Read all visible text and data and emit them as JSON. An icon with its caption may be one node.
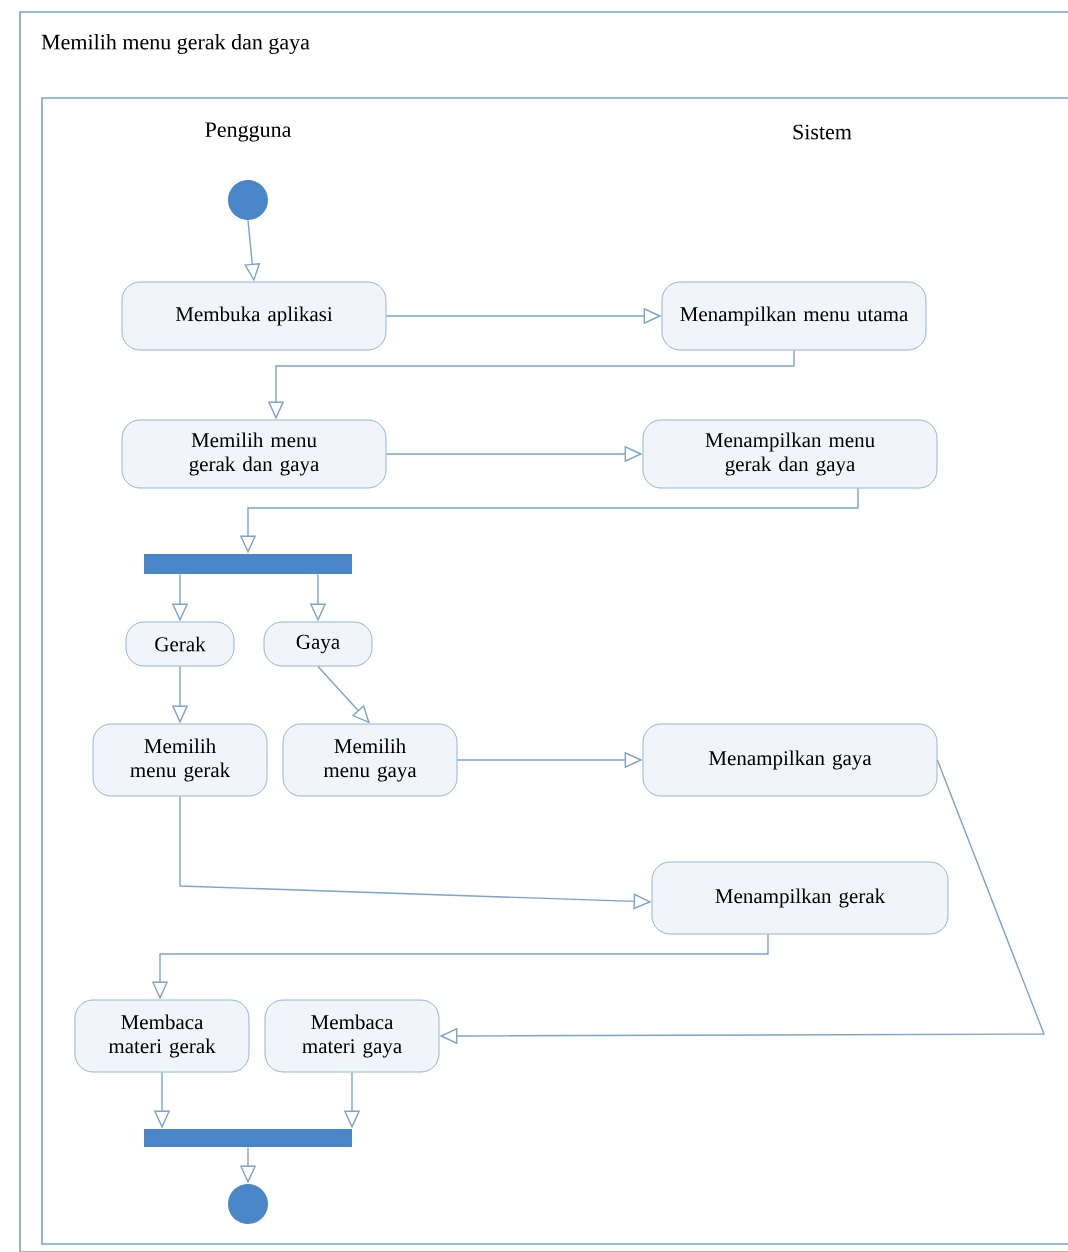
{
  "diagram": {
    "title": "Memilih menu gerak dan gaya",
    "nodes": [
      {
        "text": [],
        "shape": "circle"
      },
      {
        "text": [
          "Membuka aplikasi"
        ]
      },
      {
        "text": [
          "Menampilkan menu utama"
        ]
      },
      {
        "text": [
          "Memilih menu gerak dan gaya"
        ]
      },
      {
        "text": [
          "Menampilkan menu gerak dan gaya"
        ]
      },
      {
        "text": [],
        "shape": "bar"
      },
      {
        "text": [
          "Gerak"
        ]
      },
      {
        "text": [
          "Gaya"
        ]
      },
      {
        "text": [
          "Memilih menu gerak"
        ]
      },
      {
        "text": [
          "Memilih menu gaya"
        ]
      },
      {
        "text": [
          "Menampilkan gaya"
        ]
      },
      {
        "text": [
          "Menampilkan gerak"
        ]
      },
      {
        "text": [
          "Membaca materi gerak"
        ]
      },
      {
        "text": [
          "Membaca materi gaya"
        ]
      },
      {
        "text": [],
        "shape": "bar"
      },
      {
        "text": [],
        "shape": "circle"
      }
    ],
    "edges": [
      {
        "from": 0,
        "to": 1,
        "arrow": "to"
      },
      {
        "from": 1,
        "to": 2,
        "arrow": "to"
      },
      {
        "from": 2,
        "to": 3,
        "arrow": "to"
      },
      {
        "from": 3,
        "to": 4,
        "arrow": "to"
      },
      {
        "from": 4,
        "to": 5,
        "arrow": "to"
      },
      {
        "from": 5,
        "to": 6,
        "arrow": "to"
      },
      {
        "from": 5,
        "to": 7,
        "arrow": "to"
      },
      {
        "from": 6,
        "to": 8,
        "arrow": "to"
      },
      {
        "from": 7,
        "to": 9,
        "arrow": "to"
      },
      {
        "from": 9,
        "to": 10,
        "arrow": "to"
      },
      {
        "from": 8,
        "to": 11,
        "arrow": "to"
      },
      {
        "from": 11,
        "to": 12,
        "arrow": "to"
      },
      {
        "from": 10,
        "to": 13,
        "arrow": "to"
      },
      {
        "from": 12,
        "to": 14,
        "arrow": "to"
      },
      {
        "from": 13,
        "to": 14,
        "arrow": "to"
      },
      {
        "from": 14,
        "to": 15,
        "arrow": "to"
      }
    ],
    "labels": [
      "Pengguna",
      "Sistem"
    ]
  }
}
